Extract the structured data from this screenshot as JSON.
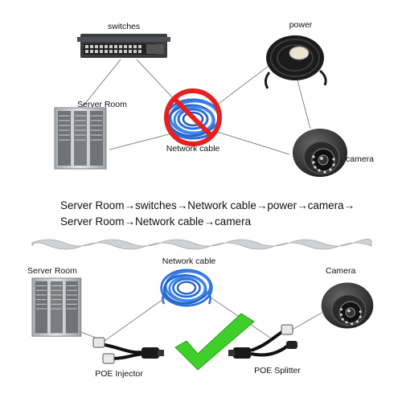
{
  "top": {
    "switches_label": "switches",
    "power_label": "power",
    "server_room_label": "Server Room",
    "network_cable_label": "Network cable",
    "camera_label": "camera"
  },
  "flow": {
    "line1": "Server Room→switches→Network cable→power→camera→",
    "line2": "Server Room→Network cable→camera"
  },
  "bottom": {
    "server_room_label": "Server Room",
    "network_cable_label": "Network cable",
    "camera_label": "Camera",
    "injector_label": "POE Injector",
    "splitter_label": "POE Splitter"
  },
  "colors": {
    "prohibited_red": "#e5201e",
    "cable_blue": "#2b6fd8",
    "check_green": "#3fcf2a",
    "connector_lines": "#888888",
    "rack_gray": "#c9cbce"
  },
  "icons": {
    "prohibited": "prohibited-sign-icon",
    "approved": "check-mark-icon"
  }
}
